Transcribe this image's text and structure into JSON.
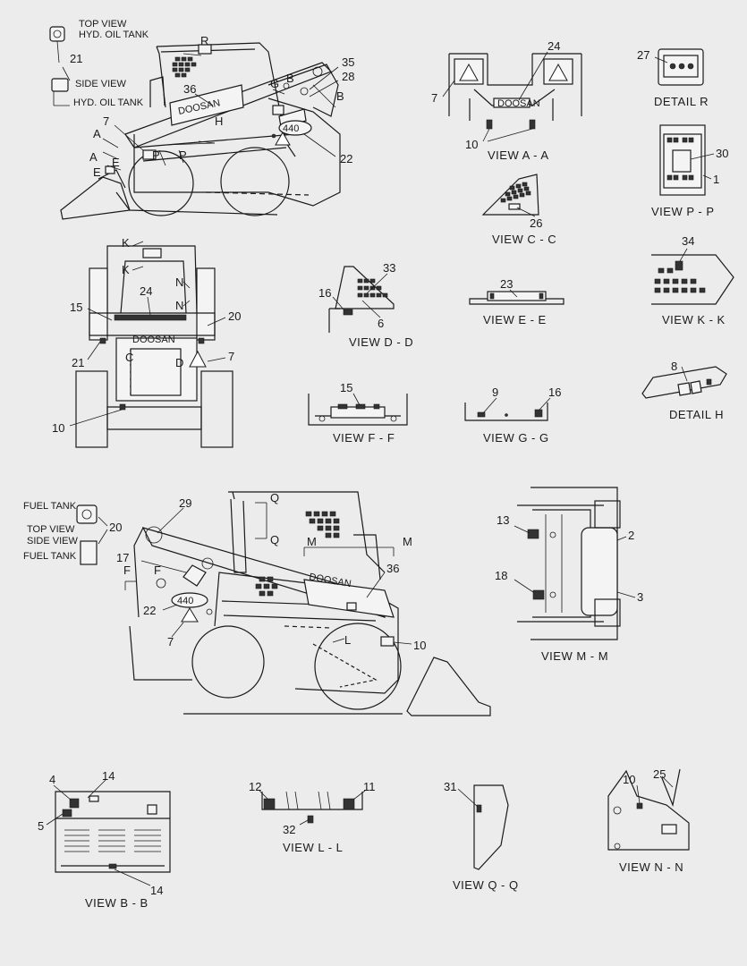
{
  "labels": {
    "top_view_hyd": "TOP VIEW",
    "hyd_oil_tank_1": "HYD. OIL TANK",
    "side_view_hyd": "SIDE VIEW",
    "hyd_oil_tank_2": "HYD. OIL TANK",
    "fuel_tank_1": "FUEL TANK",
    "top_view_fuel": "TOP VIEW",
    "side_view_fuel": "SIDE VIEW",
    "fuel_tank_2": "FUEL TANK"
  },
  "views": {
    "aa": "VIEW  A - A",
    "cc": "VIEW  C - C",
    "dd": "VIEW  D - D",
    "ee": "VIEW  E - E",
    "ff": "VIEW  F - F",
    "gg": "VIEW  G - G",
    "kk": "VIEW  K - K",
    "pp": "VIEW  P - P",
    "mm": "VIEW  M - M",
    "bb": "VIEW  B - B",
    "ll": "VIEW  L - L",
    "qq": "VIEW  Q - Q",
    "nn": "VIEW  N - N",
    "detail_r": "DETAIL  R",
    "detail_h": "DETAIL  H"
  },
  "section_letters": {
    "r": "R",
    "a1": "A",
    "a2": "A",
    "e1": "E",
    "e2": "E",
    "p1": "P",
    "p2": "P",
    "g": "G",
    "h": "H",
    "b1": "B",
    "b2": "B",
    "k1": "K",
    "k2": "K",
    "n1": "N",
    "n2": "N",
    "c": "C",
    "d": "D",
    "q1": "Q",
    "q2": "Q",
    "m1": "M",
    "m2": "M",
    "f1": "F",
    "f2": "F",
    "l": "L"
  },
  "callouts": {
    "c21a": "21",
    "c36a": "36",
    "c7a": "7",
    "c35": "35",
    "c28": "28",
    "c22a": "22",
    "c24a": "24",
    "c7b": "7",
    "c10a": "10",
    "c27": "27",
    "c30": "30",
    "c1": "1",
    "c26": "26",
    "c33": "33",
    "c16a": "16",
    "c6": "6",
    "c23": "23",
    "c34": "34",
    "c15a": "15",
    "c24b": "24",
    "c20a": "20",
    "c21b": "21",
    "c7c": "7",
    "c10b": "10",
    "c15b": "15",
    "c9": "9",
    "c16b": "16",
    "c8": "8",
    "c29": "29",
    "c20b": "20",
    "c17": "17",
    "c36b": "36",
    "c22b": "22",
    "c7d": "7",
    "c10c": "10",
    "c13": "13",
    "c2": "2",
    "c18": "18",
    "c3": "3",
    "c4": "4",
    "c14a": "14",
    "c5": "5",
    "c14b": "14",
    "c12": "12",
    "c11": "11",
    "c32": "32",
    "c31": "31",
    "c10d": "10",
    "c25": "25"
  },
  "decals": {
    "model_440_a": "440",
    "model_440_b": "440",
    "brand_a": "DOOSAN",
    "brand_b": "DOOSAN",
    "brand_c": "DOOSAN",
    "brand_d": "DOOSAN"
  }
}
